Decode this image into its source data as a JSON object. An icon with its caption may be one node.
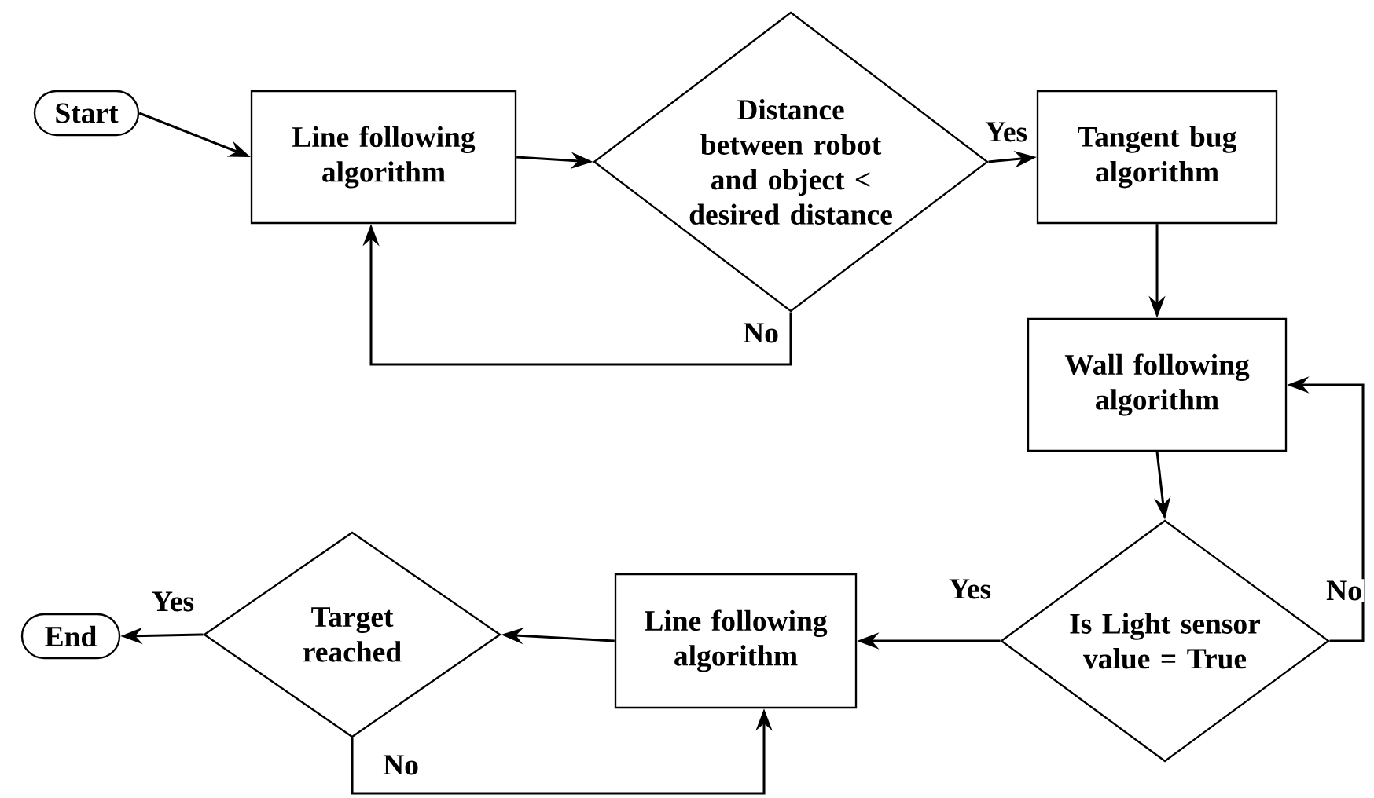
{
  "diagram": {
    "nodes": [
      {
        "text": [
          "Start"
        ]
      },
      {
        "text": [
          "Line following algorithm"
        ]
      },
      {
        "text": [
          "Distance between robot and object < desired distance"
        ]
      },
      {
        "text": [
          "Tangent bug algorithm"
        ]
      },
      {
        "text": [
          "Wall following algorithm"
        ]
      },
      {
        "text": [
          "Is Light sensor value = True"
        ]
      },
      {
        "text": [
          "Line following algorithm"
        ]
      },
      {
        "text": [
          "Target reached"
        ]
      },
      {
        "text": [
          "End"
        ]
      }
    ],
    "edges": [
      {
        "from": 0,
        "to": 1,
        "arrow": "to"
      },
      {
        "from": 1,
        "to": 2,
        "arrow": "to"
      },
      {
        "from": 2,
        "to": 3,
        "arrow": "to",
        "label": "Yes"
      },
      {
        "from": 2,
        "to": 1,
        "arrow": "to",
        "label": "No"
      },
      {
        "from": 3,
        "to": 4,
        "arrow": "to"
      },
      {
        "from": 4,
        "to": 5,
        "arrow": "to"
      },
      {
        "from": 5,
        "to": 6,
        "arrow": "to",
        "label": "Yes"
      },
      {
        "from": 5,
        "to": 4,
        "arrow": "to",
        "label": "No"
      },
      {
        "from": 6,
        "to": 7,
        "arrow": "to"
      },
      {
        "from": 7,
        "to": 8,
        "arrow": "to",
        "label": "Yes"
      },
      {
        "from": 7,
        "to": 6,
        "arrow": "to",
        "label": "No"
      }
    ]
  }
}
